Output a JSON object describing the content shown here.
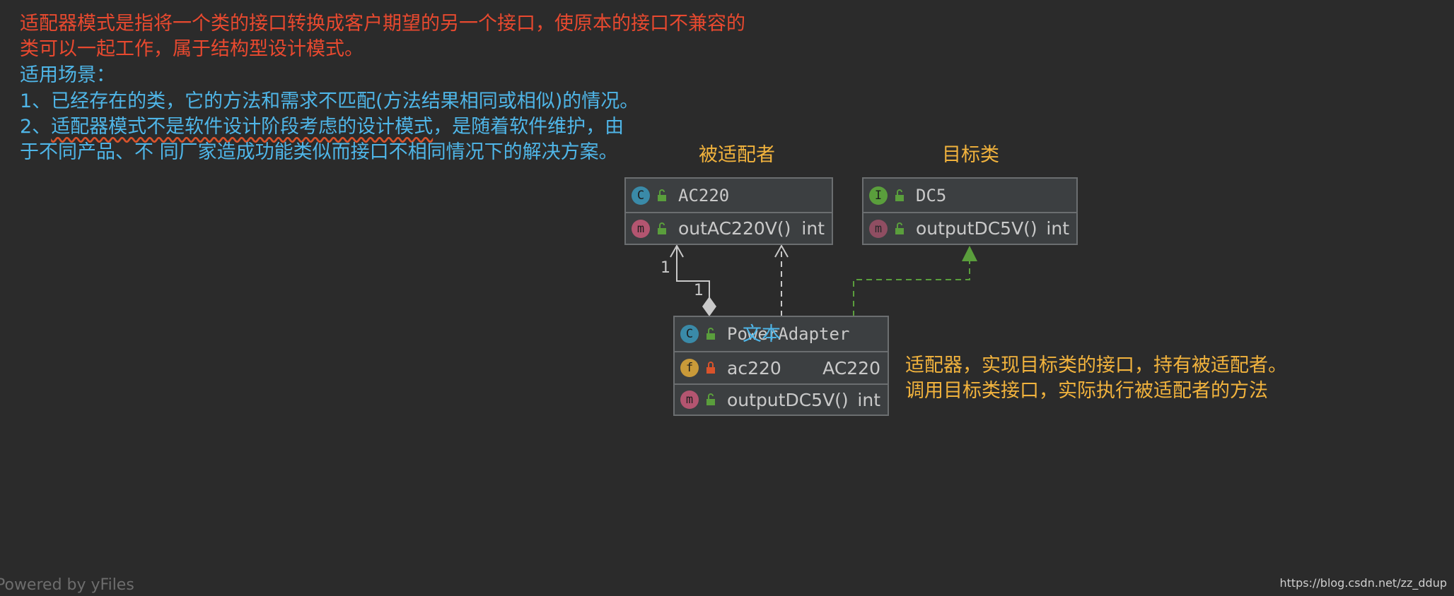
{
  "description": {
    "line1": "适配器模式是指将一个类的接口转换成客户期望的另一个接口，使原本的接口不兼容的",
    "line2": "类可以一起工作，属于结构型设计模式。",
    "scenarios_title": "适用场景：",
    "item1": "1、已经存在的类，它的方法和需求不匹配(方法结果相同或相似)的情况。",
    "item2_prefix": "2、",
    "item2_underlined": "适配器模式不是软件设计阶段考虑的设计模式",
    "item2_suffix": "，是随着软件维护，由",
    "item2_line2": "于不同产品、不 同厂家造成功能类似而接口不相同情况下的解决方案。"
  },
  "labels": {
    "adaptee": "被适配者",
    "target": "目标类",
    "adapter_note_line1": "适配器，实现目标类的接口，持有被适配者。",
    "adapter_note_line2": "调用目标类接口，实际执行被适配者的方法"
  },
  "nodes": {
    "ac220": {
      "badge": "C",
      "name": "AC220",
      "method_badge": "m",
      "method": "outAC220V()",
      "method_type": "int"
    },
    "dc5": {
      "badge": "I",
      "name": "DC5",
      "method_badge": "m",
      "method": "outputDC5V()",
      "method_type": "int"
    },
    "power_adapter": {
      "badge": "C",
      "name": "PowerAdapter",
      "overlay_text": "文本",
      "field_badge": "f",
      "field": "ac220",
      "field_type": "AC220",
      "method_badge": "m",
      "method": "outputDC5V()",
      "method_type": "int"
    }
  },
  "edges": {
    "aggregation_source_multiplicity": "1",
    "aggregation_target_multiplicity": "1"
  },
  "colors": {
    "background": "#2b2b2b",
    "description_red": "#e8492f",
    "description_blue": "#4fb6e8",
    "label_yellow": "#f2b33d",
    "node_bg": "#3c3f41",
    "realization_edge": "#5a9e3c",
    "dependency_edge": "#c9c9c9"
  },
  "footer": {
    "left": "Powered by yFiles",
    "right": "https://blog.csdn.net/zz_ddup"
  }
}
